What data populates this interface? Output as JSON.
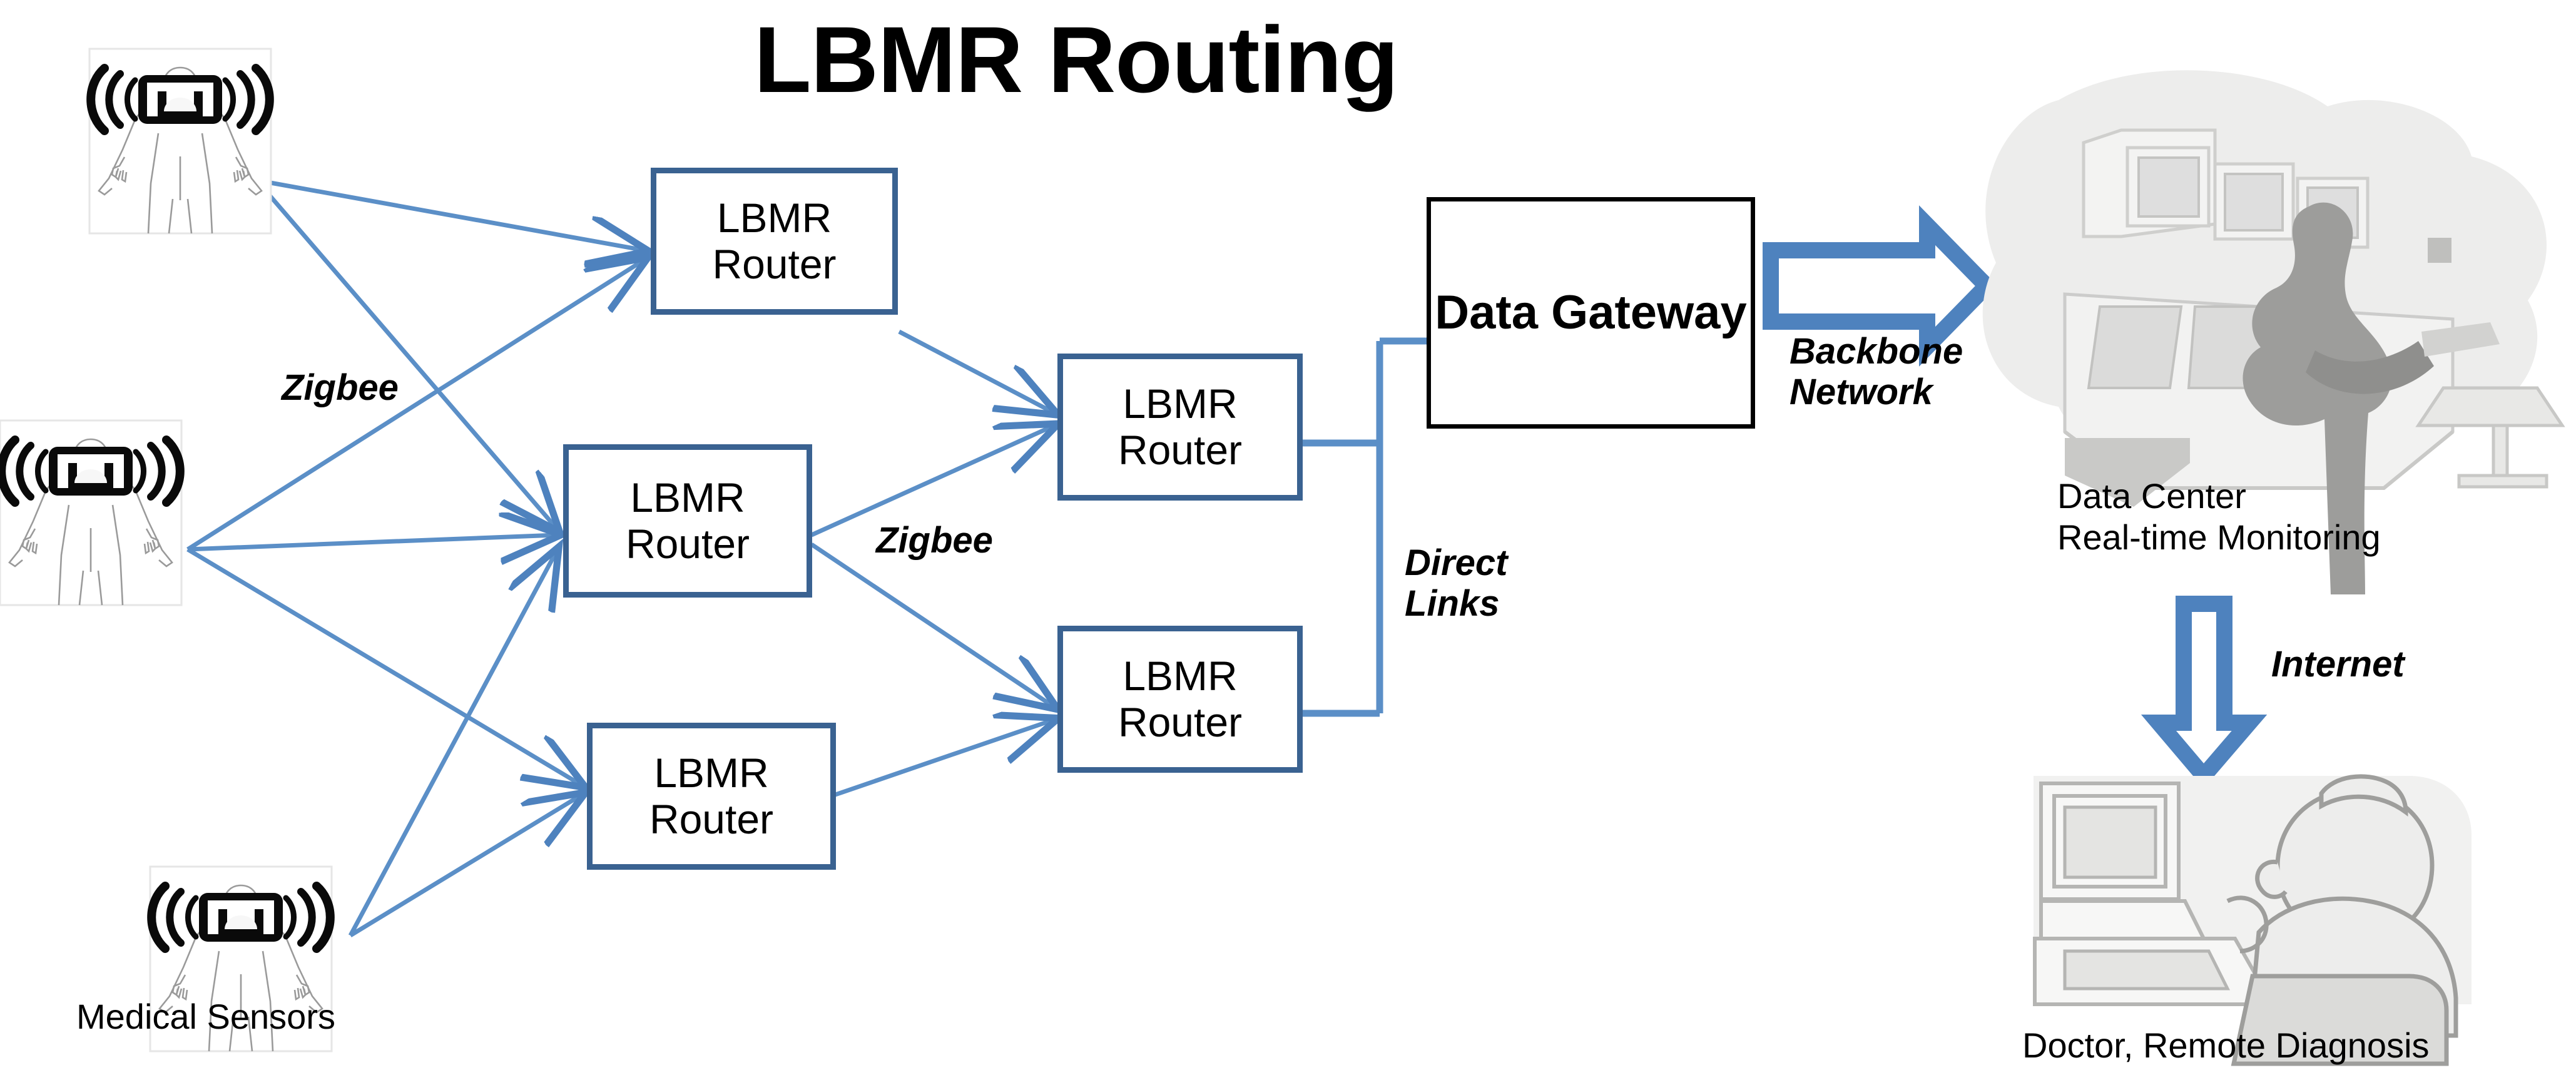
{
  "title": "LBMR Routing",
  "colors": {
    "router_border": "#3A6291",
    "link_blue": "#5B8FC7",
    "gateway_border": "#000000",
    "arrow_blue": "#4E82BE",
    "text": "#000000",
    "background": "#FFFFFF"
  },
  "nodes": {
    "router_top": {
      "label": "LBMR\nRouter"
    },
    "router_mid_left": {
      "label": "LBMR\nRouter"
    },
    "router_bottom_left": {
      "label": "LBMR\nRouter"
    },
    "router_mid_right_upper": {
      "label": "LBMR\nRouter"
    },
    "router_mid_right_lower": {
      "label": "LBMR\nRouter"
    },
    "gateway": {
      "label": "Data\nGateway"
    }
  },
  "labels": {
    "zigbee_left": "Zigbee",
    "zigbee_mid": "Zigbee",
    "direct_links": "Direct\nLinks",
    "backbone_network": "Backbone\nNetwork",
    "internet": "Internet",
    "medical_sensors": "Medical Sensors",
    "data_center": "Data Center\nReal-time Monitoring",
    "doctor": "Doctor, Remote Diagnosis"
  },
  "sensors": [
    {
      "name": "medical-sensor-top"
    },
    {
      "name": "medical-sensor-middle"
    },
    {
      "name": "medical-sensor-bottom"
    }
  ],
  "images": {
    "data_center": "data-center-control-room-illustration",
    "doctor": "doctor-at-computer-illustration"
  }
}
